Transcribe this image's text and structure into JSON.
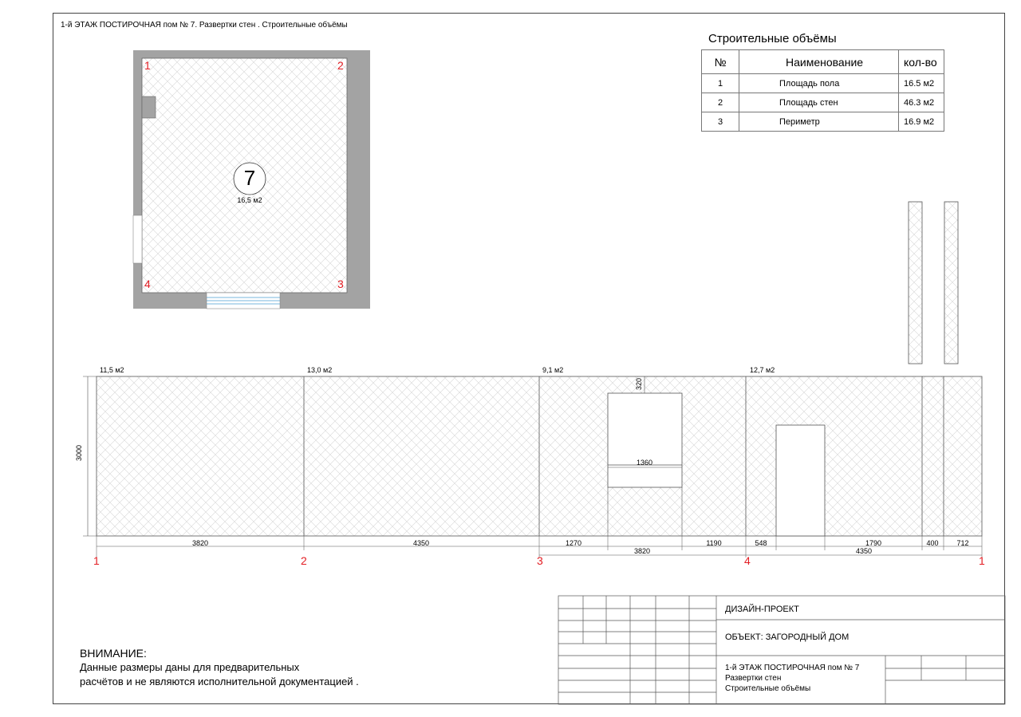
{
  "sheet_title": "1-й ЭТАЖ  ПОСТИРОЧНАЯ пом  № 7. Развертки стен . Строительные объёмы",
  "plan": {
    "corners": [
      "1",
      "2",
      "3",
      "4"
    ],
    "room_number": "7",
    "room_area": "16,5 м2"
  },
  "volumes": {
    "title": "Строительные объёмы",
    "headers": [
      "№",
      "Наименование",
      "кол-во"
    ],
    "rows": [
      {
        "n": "1",
        "name": "Площадь пола",
        "qty": "16.5 м2"
      },
      {
        "n": "2",
        "name": "Площадь стен",
        "qty": "46.3 м2"
      },
      {
        "n": "3",
        "name": "Периметр",
        "qty": "16.9 м2"
      }
    ]
  },
  "elevation": {
    "wall_areas": [
      "11,5 м2",
      "13,0 м2",
      "9,1 м2",
      "12,7 м2"
    ],
    "height_dim": "3000",
    "window_top_dim": "320",
    "window_width_dim": "1360",
    "segment_dims": [
      "3820",
      "4350",
      "1270",
      "1190",
      "548",
      "1790",
      "400",
      "712"
    ],
    "total_dims": [
      "3820",
      "4350"
    ],
    "corner_labels": [
      "1",
      "2",
      "3",
      "4",
      "1"
    ]
  },
  "notice": {
    "heading": "ВНИМАНИЕ:",
    "line1": "Данные размеры даны для предварительных",
    "line2": "расчётов и не являются исполнительной документацией ."
  },
  "stamp": {
    "project": "ДИЗАЙН-ПРОЕКТ",
    "object": "ОБЪЕКТ: ЗАГОРОДНЫЙ ДОМ",
    "sheet_line1": "1-й ЭТАЖ  ПОСТИРОЧНАЯ пом  № 7",
    "sheet_line2": "Развертки стен",
    "sheet_line3": "Строительные объёмы"
  }
}
